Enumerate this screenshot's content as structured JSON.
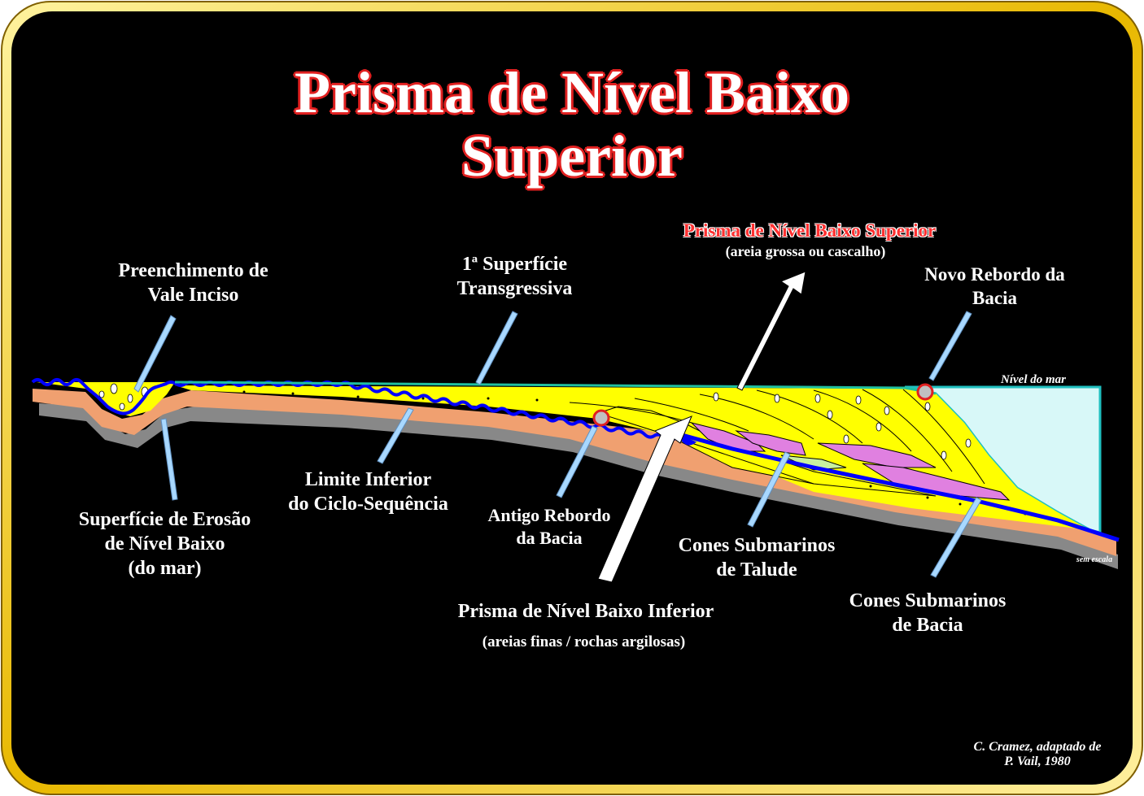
{
  "title": {
    "line1": "Prisma de Nível Baixo",
    "line2": "Superior"
  },
  "labels": {
    "preenchimento": [
      "Preenchimento de",
      "Vale Inciso"
    ],
    "superficie_transgressiva": [
      "1ª Superfície",
      "Transgressiva"
    ],
    "prisma_superior": "Prisma de Nível Baixo Superior",
    "prisma_superior_sub": "(areia grossa ou cascalho)",
    "novo_rebordo": [
      "Novo Rebordo da",
      "Bacia"
    ],
    "nivel_do_mar": "Nível do mar",
    "superficie_erosao": [
      "Superfície de Erosão",
      "de Nível Baixo",
      "(do mar)"
    ],
    "limite_inferior": [
      "Limite Inferior",
      "do Ciclo-Sequência"
    ],
    "antigo_rebordo": [
      "Antigo Rebordo",
      "da Bacia"
    ],
    "cones_talude": [
      "Cones Submarinos",
      "de Talude"
    ],
    "cones_bacia": [
      "Cones Submarinos",
      "de Bacia"
    ],
    "prisma_inferior": "Prisma de Nível Baixo Inferior",
    "prisma_inferior_sub": "(areias finas  / rochas argilosas)",
    "sem_escala": "sem escala",
    "credit": [
      "C. Cramez, adaptado de",
      "P. Vail, 1980"
    ]
  },
  "colors": {
    "background": "#000000",
    "frame": "#e8c000",
    "sand": "#ffff00",
    "substrate": "#f0a070",
    "sea": "#d8f8f8",
    "fan": "#e080e0",
    "boundary": "#0000ff",
    "accent": "#e02020"
  }
}
